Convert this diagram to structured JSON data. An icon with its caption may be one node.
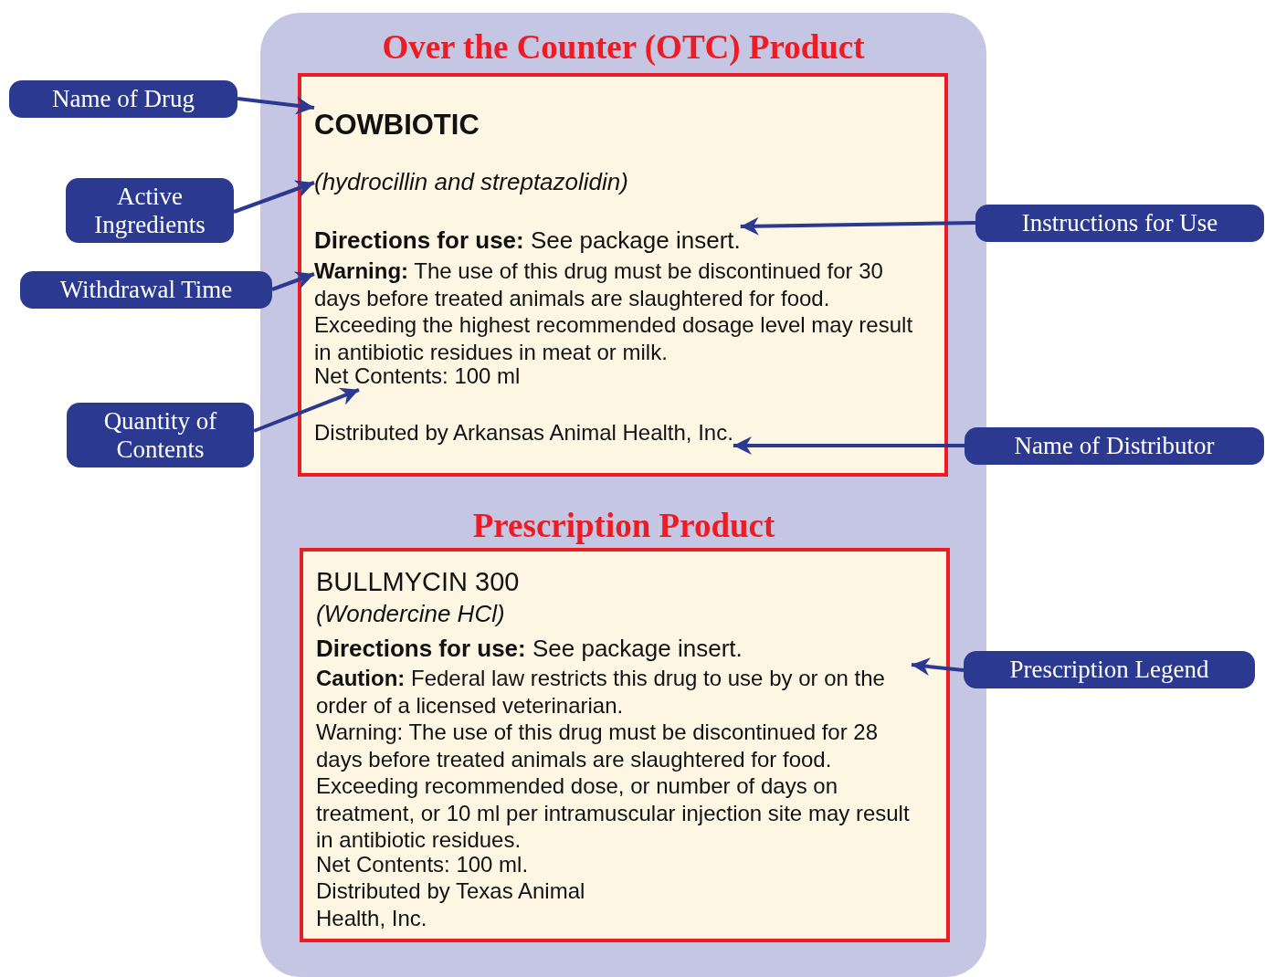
{
  "diagram": {
    "nodes": [
      {
        "text": [],
        "shape": "box"
      },
      {
        "text": [
          "Over the Counter (OTC) Product"
        ],
        "in": 0
      },
      {
        "text": [
          "COWBIOTIC"
        ],
        "in": 1
      },
      {
        "text": [
          "(hydrocillin and streptazolidin)"
        ],
        "in": 1
      },
      {
        "text": [
          "**Directions for use:** See package insert."
        ],
        "in": 1
      },
      {
        "text": [
          "**Warning:** The use of this drug must be discontinued for 30 days before treated animals are slaughtered for food. Exceeding the highest recommended dosage level may result in antibiotic residues in meat or milk."
        ],
        "in": 1
      },
      {
        "text": [
          "Net Contents: 100 ml"
        ],
        "in": 1
      },
      {
        "text": [
          "Distributed by Arkansas Animal Health, Inc."
        ],
        "in": 1
      },
      {
        "text": [
          "Prescription Product"
        ],
        "in": 0
      },
      {
        "text": [
          "BULLMYCIN 300"
        ],
        "in": 8
      },
      {
        "text": [
          "(Wondercine HCl)"
        ],
        "in": 8
      },
      {
        "text": [
          "**Directions for use:** See package insert."
        ],
        "in": 8
      },
      {
        "text": [
          "**Caution:** Federal law restricts this drug to use by or on the order of a licensed veterinarian."
        ],
        "in": 8
      },
      {
        "text": [
          "Warning: The use of this drug must be discontinued for 28 days before treated animals are slaughtered for food. Exceeding recommended dose, or number of days on treatment, or 10 ml per intramuscular injection site may result in antibiotic residues."
        ],
        "in": 8
      },
      {
        "text": [
          "Net Contents: 100 ml."
        ],
        "in": 8
      },
      {
        "text": [
          "Distributed by Texas Animal Health, Inc."
        ],
        "in": 8
      },
      {
        "text": [
          "Name of Drug"
        ]
      },
      {
        "text": [
          "Active Ingredients"
        ]
      },
      {
        "text": [
          "Withdrawal Time"
        ]
      },
      {
        "text": [
          "Quantity of Contents"
        ]
      },
      {
        "text": [
          "Instructions for Use"
        ]
      },
      {
        "text": [
          "Name of Distributor"
        ]
      },
      {
        "text": [
          "Prescription Legend"
        ]
      }
    ],
    "edges": [
      {
        "from": 16,
        "to": 2,
        "arrow": "to"
      },
      {
        "from": 17,
        "to": 3,
        "arrow": "to"
      },
      {
        "from": 18,
        "to": 5,
        "arrow": "to"
      },
      {
        "from": 19,
        "to": 6,
        "arrow": "to"
      },
      {
        "from": 20,
        "to": 4,
        "arrow": "to"
      },
      {
        "from": 21,
        "to": 7,
        "arrow": "to"
      },
      {
        "from": 22,
        "to": 12,
        "arrow": "to"
      }
    ]
  }
}
